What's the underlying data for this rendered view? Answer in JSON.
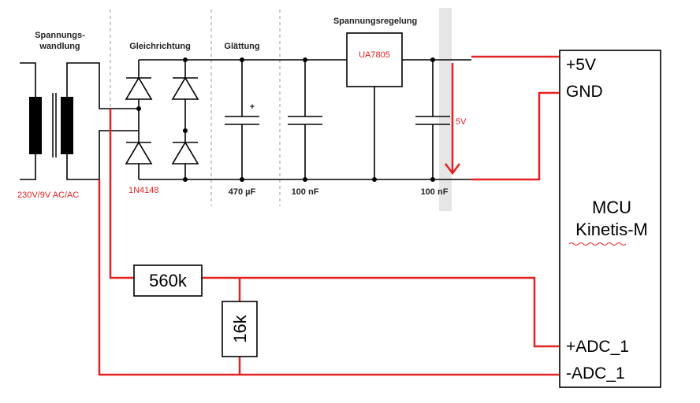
{
  "sections": {
    "transformer_line1": "Spannungs-",
    "transformer_line2": "wandlung",
    "rectifier": "Gleichrichtung",
    "smoothing": "Glättung",
    "regulation": "Spannungsregelung"
  },
  "components": {
    "transformer_rating": "230V/9V AC/AC",
    "diode_type": "1N4148",
    "cap_smoothing": "470 µF",
    "cap_filter_1": "100 nF",
    "cap_filter_2": "100 nF",
    "regulator": "UA7805",
    "plus_sign": "+",
    "output_voltage": "5V",
    "r_top": "560k",
    "r_bottom": "16k"
  },
  "mcu": {
    "name_line1": "MCU",
    "name_line2": "Kinetis-M",
    "pin_5v": "+5V",
    "pin_gnd": "GND",
    "pin_adc_plus": "+ADC_1",
    "pin_adc_minus": "-ADC_1"
  },
  "colors": {
    "wire_black": "#000000",
    "wire_red": "#e52222",
    "annotation_red": "#e52222"
  }
}
